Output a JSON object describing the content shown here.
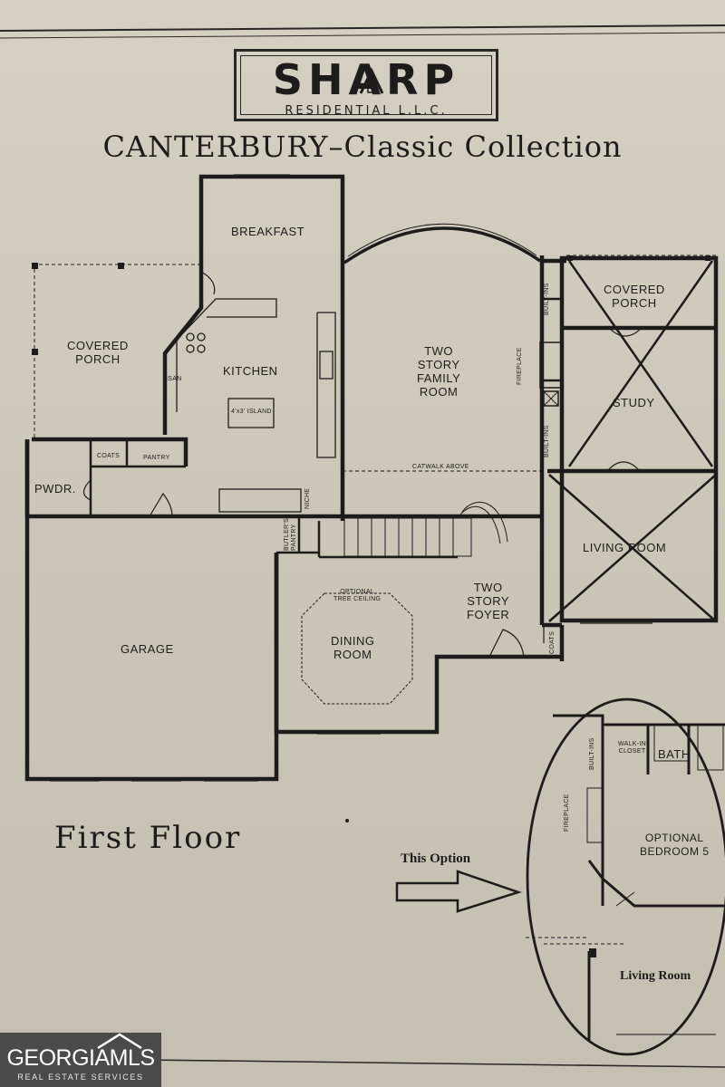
{
  "logo": {
    "brand": "SHARP",
    "subtitle": "RESIDENTIAL L.L.C."
  },
  "title": "CANTERBURY–Classic Collection",
  "floor_label": "First Floor",
  "rooms": {
    "breakfast": "BREAKFAST",
    "covered_porch_left": "COVERED\nPORCH",
    "kitchen": "KITCHEN",
    "island": "4'x3' ISLAND",
    "isan": "ISAN",
    "family_room": "TWO\nSTORY\nFAMILY\nROOM",
    "catwalk": "CATWALK ABOVE",
    "covered_porch_right": "COVERED\nPORCH",
    "study": "STUDY",
    "living_room": "LIVING ROOM",
    "pwdr": "PWDR.",
    "coats_left": "COATS",
    "pantry": "PANTRY",
    "garage": "GARAGE",
    "butlers_pantry": "BUTLER'S\nPANTRY",
    "niche": "NICHE",
    "dining_room": "DINING\nROOM",
    "dining_note": "OPTIONAL\nTREE CEILING",
    "foyer": "TWO\nSTORY\nFOYER",
    "coats_right": "COATS",
    "built_ins_top": "BUILT-INS",
    "fireplace": "FIREPLACE",
    "built_ins_bottom": "BUILT-INS"
  },
  "option_inset": {
    "built_ins": "BUILT-INS",
    "walk_in_closet": "WALK-IN\nCLOSET",
    "bath": "BATH",
    "fireplace": "FIREPLACE",
    "bedroom": "OPTIONAL\nBEDROOM 5"
  },
  "callout": {
    "this_option": "This Option",
    "living_room": "Living Room"
  },
  "watermark": {
    "brand": "GEORGIAMLS",
    "tagline": "REAL ESTATE SERVICES"
  },
  "colors": {
    "paper": "#d2ccc0",
    "ink": "#1e1c1a",
    "watermark_bg": "#4a4a48"
  },
  "icons": {
    "logo_roof": "house-roof-icon",
    "arrow": "right-arrow-icon",
    "mls_roof": "roof-icon"
  }
}
